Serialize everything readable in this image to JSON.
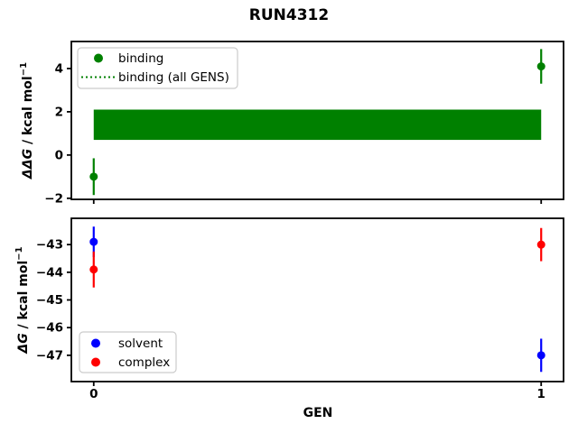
{
  "title": "RUN4312",
  "xlabel": "GEN",
  "colors": {
    "binding": "#008000",
    "solvent": "#0000ff",
    "complex": "#ff0000",
    "axis": "#000000",
    "legend_border": "#cccccc",
    "background": "#ffffff"
  },
  "chart_data": [
    {
      "type": "scatter",
      "subplot": "relative-binding-free-energy",
      "ylabel": {
        "math": "ΔΔG",
        "rest": " / kcal mol",
        "sup": "−1"
      },
      "xlim": [
        -0.05,
        1.05
      ],
      "ylim": [
        -2.05,
        5.25
      ],
      "grid": false,
      "yticks": [
        {
          "value": 4,
          "label": "4"
        },
        {
          "value": 2,
          "label": "2"
        },
        {
          "value": 0,
          "label": "0"
        },
        {
          "value": -2,
          "label": "−2"
        }
      ],
      "xticks": [
        {
          "value": 0,
          "label": ""
        },
        {
          "value": 1,
          "label": ""
        }
      ],
      "series": [
        {
          "name": "binding",
          "color": "binding",
          "marker": "circle",
          "points": [
            {
              "x": 0,
              "y": -1.0,
              "yerr": 0.85
            },
            {
              "x": 1,
              "y": 4.1,
              "yerr": 0.8
            }
          ]
        }
      ],
      "band": {
        "name": "binding (all GENS)",
        "x_from": 0,
        "x_to": 1,
        "y_low": 0.7,
        "y_high": 2.1,
        "color": "binding"
      },
      "legend": {
        "position": "upper-left",
        "items": [
          {
            "label": "binding",
            "glyph": "dot",
            "color": "binding"
          },
          {
            "label": "binding (all GENS)",
            "glyph": "dotted-line",
            "color": "binding"
          }
        ]
      }
    },
    {
      "type": "scatter",
      "subplot": "absolute-free-energy",
      "ylabel": {
        "math": "ΔG",
        "rest": " / kcal mol",
        "sup": "−1"
      },
      "xlim": [
        -0.05,
        1.05
      ],
      "ylim": [
        -47.95,
        -42.05
      ],
      "grid": false,
      "yticks": [
        {
          "value": -43,
          "label": "−43"
        },
        {
          "value": -44,
          "label": "−44"
        },
        {
          "value": -45,
          "label": "−45"
        },
        {
          "value": -46,
          "label": "−46"
        },
        {
          "value": -47,
          "label": "−47"
        }
      ],
      "xticks": [
        {
          "value": 0,
          "label": "0"
        },
        {
          "value": 1,
          "label": "1"
        }
      ],
      "series": [
        {
          "name": "solvent",
          "color": "solvent",
          "marker": "circle",
          "points": [
            {
              "x": 0,
              "y": -42.9,
              "yerr": 0.55
            },
            {
              "x": 1,
              "y": -47.0,
              "yerr": 0.6
            }
          ]
        },
        {
          "name": "complex",
          "color": "complex",
          "marker": "circle",
          "points": [
            {
              "x": 0,
              "y": -43.9,
              "yerr": 0.65
            },
            {
              "x": 1,
              "y": -43.0,
              "yerr": 0.6
            }
          ]
        }
      ],
      "legend": {
        "position": "lower-left",
        "items": [
          {
            "label": "solvent",
            "glyph": "dot",
            "color": "solvent"
          },
          {
            "label": "complex",
            "glyph": "dot",
            "color": "complex"
          }
        ]
      }
    }
  ]
}
